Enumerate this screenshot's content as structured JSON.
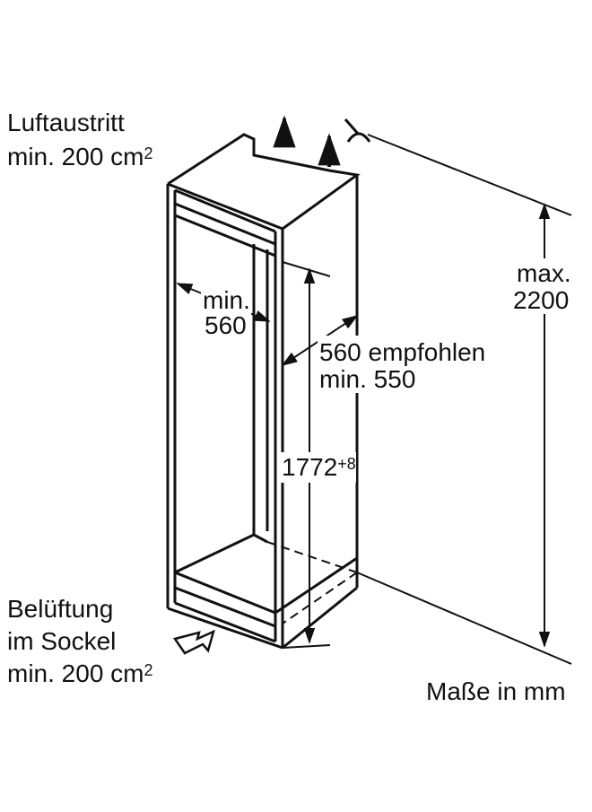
{
  "labels": {
    "air_outlet_title": "Luftaustritt",
    "air_outlet_min": "min. 200 cm",
    "air_outlet_exp": "2",
    "ventilation_title": "Belüftung",
    "ventilation_location": "im Sockel",
    "ventilation_min": "min. 200 cm",
    "ventilation_exp": "2",
    "width_min_prefix": "min.",
    "width_min_value": "560",
    "depth_recommended": "560 empfohlen",
    "depth_min": "min. 550",
    "height_value": "1772",
    "height_tolerance": "+8",
    "max_height_prefix": "max.",
    "max_height_value": "2200",
    "units_note": "Maße in mm"
  },
  "colors": {
    "line": "#111111",
    "background": "#ffffff"
  }
}
